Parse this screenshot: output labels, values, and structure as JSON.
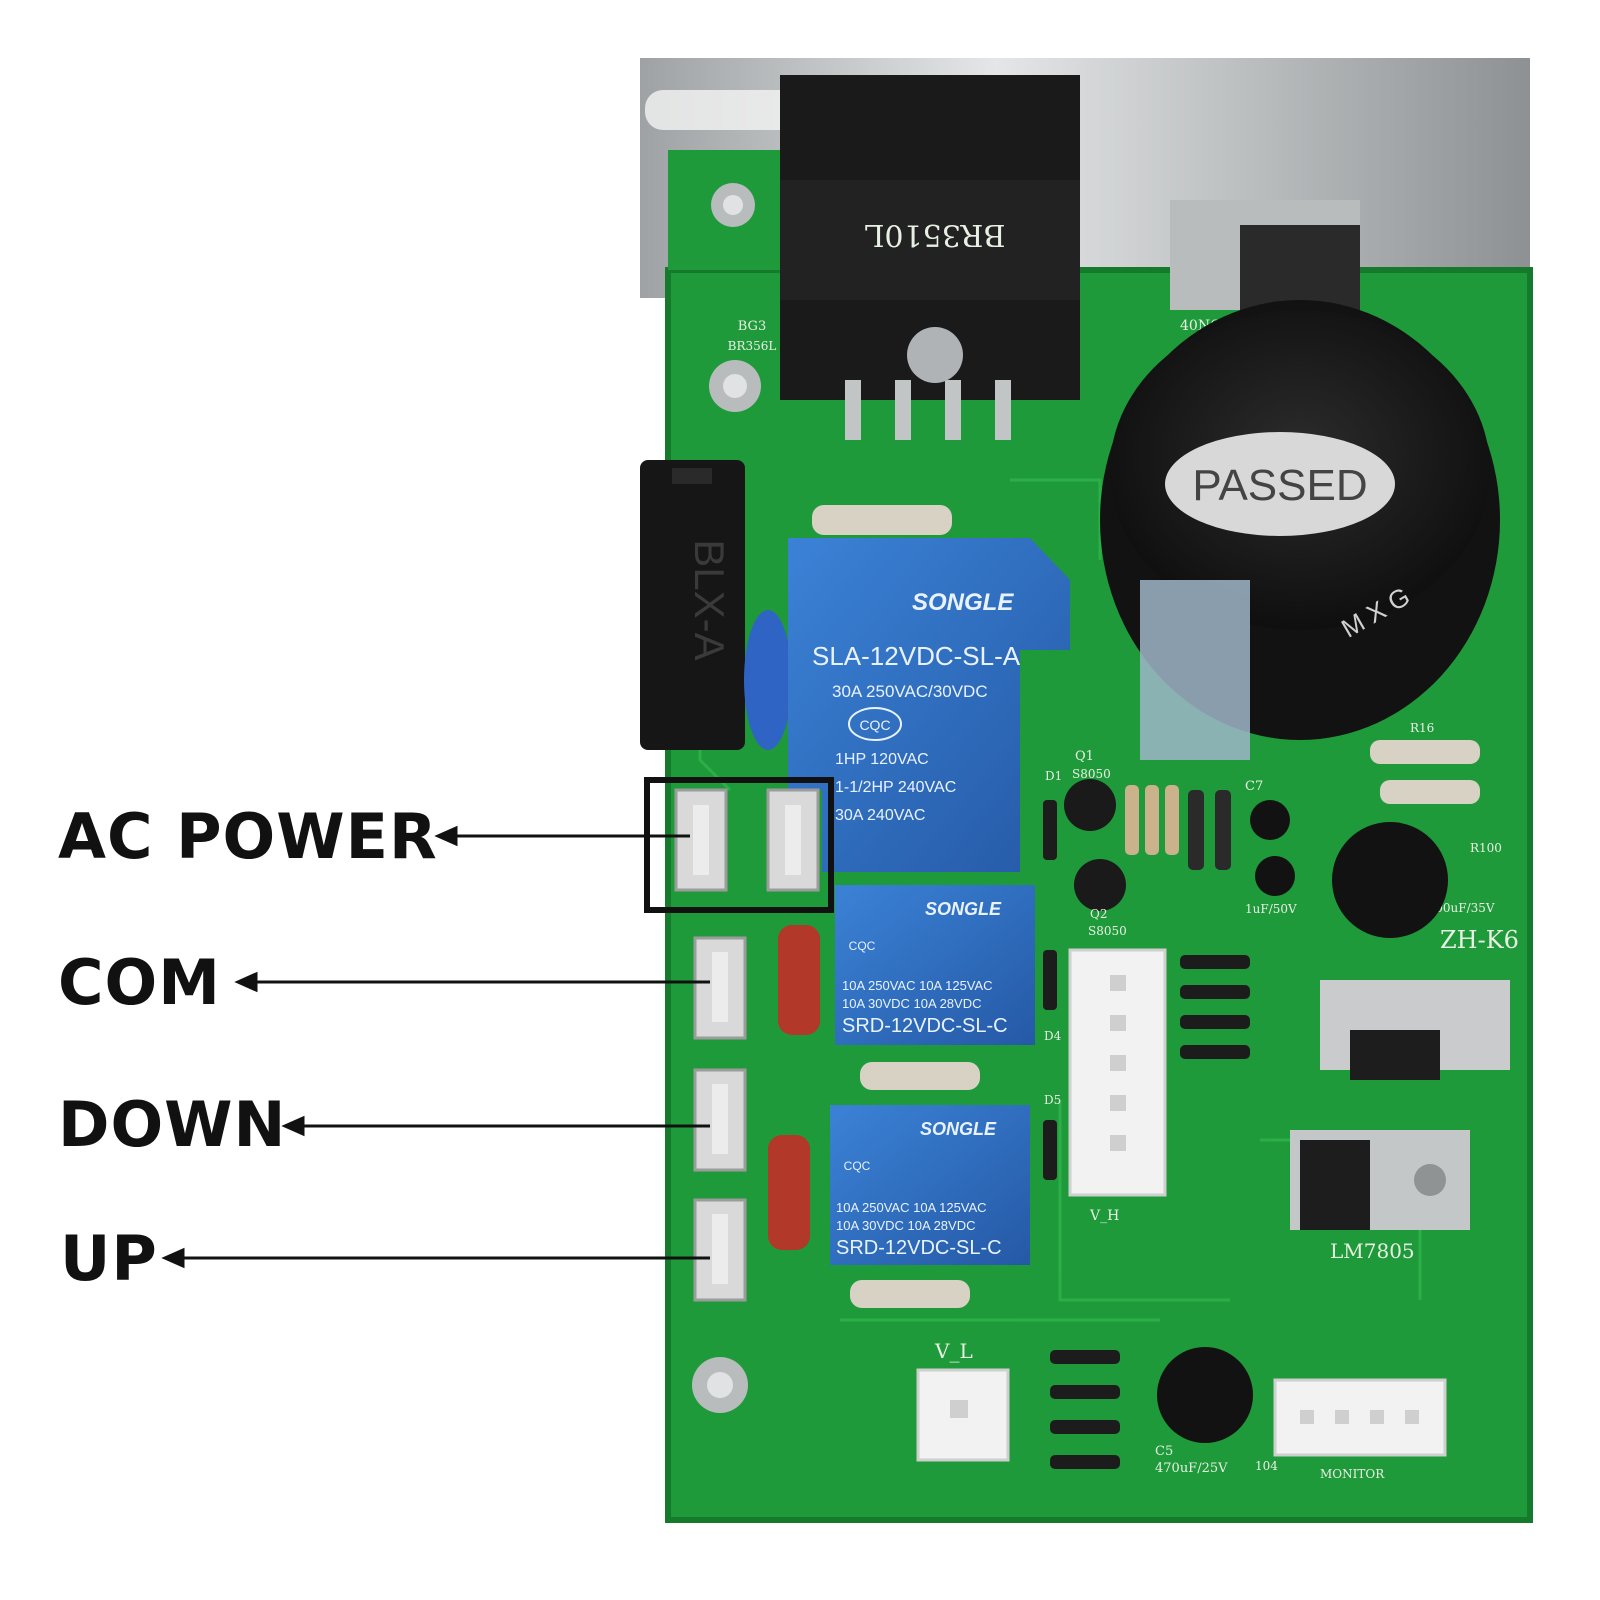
{
  "labels": {
    "ac_power": "AC POWER",
    "com": "COM",
    "down": "DOWN",
    "up": "UP"
  },
  "components": {
    "bridge_rectifier": {
      "part": "BR3510L",
      "ref": "BG3",
      "ref_value": "BR356L"
    },
    "fuse_holder": {
      "marking": "BLX-A"
    },
    "main_relay": {
      "brand": "SONGLE",
      "model": "SLA-12VDC-SL-A",
      "rating_1": "30A 250VAC/30VDC",
      "cert": "CQC",
      "rating_2": "1HP 120VAC",
      "rating_3": "1-1/2HP 240VAC",
      "rating_4": "30A 240VAC"
    },
    "small_relay_1": {
      "brand": "SONGLE",
      "cert": "CQC",
      "rating_1": "10A 250VAC 10A 125VAC",
      "rating_2": "10A 30VDC 10A 28VDC",
      "model": "SRD-12VDC-SL-C"
    },
    "small_relay_2": {
      "brand": "SONGLE",
      "cert": "CQC",
      "rating_1": "10A 250VAC 10A 125VAC",
      "rating_2": "10A 30VDC 10A 28VDC",
      "model": "SRD-12VDC-SL-C"
    },
    "capacitor_sticker": "PASSED",
    "capacitor_marking": "M X G",
    "mosfet": "40N60",
    "regulator": "LM7805",
    "board_marking": "ZH-K6",
    "connectors": {
      "v_h": "V_H",
      "v_l": "V_L",
      "monitor": "MONITOR"
    },
    "silkscreen": {
      "q1": "Q1",
      "q1_part": "S8050",
      "q2": "Q2",
      "q2_part": "S8050",
      "d1": "D1",
      "d4": "D4",
      "d5": "D5",
      "c5": "C5",
      "c5_value": "470uF/25V",
      "c7": "C7",
      "c7_value": "1uF/50V",
      "r16": "R16",
      "r100": "R100",
      "cap_value": "1000uF/35V",
      "n104": "104"
    }
  },
  "colors": {
    "pcb_green": "#1f9a3a",
    "relay_blue": "#2f6fc0",
    "capacitor_black": "#1b1b1b",
    "heatsink_metal": "#c9cbcc",
    "film_cap_red": "#b2382a"
  }
}
